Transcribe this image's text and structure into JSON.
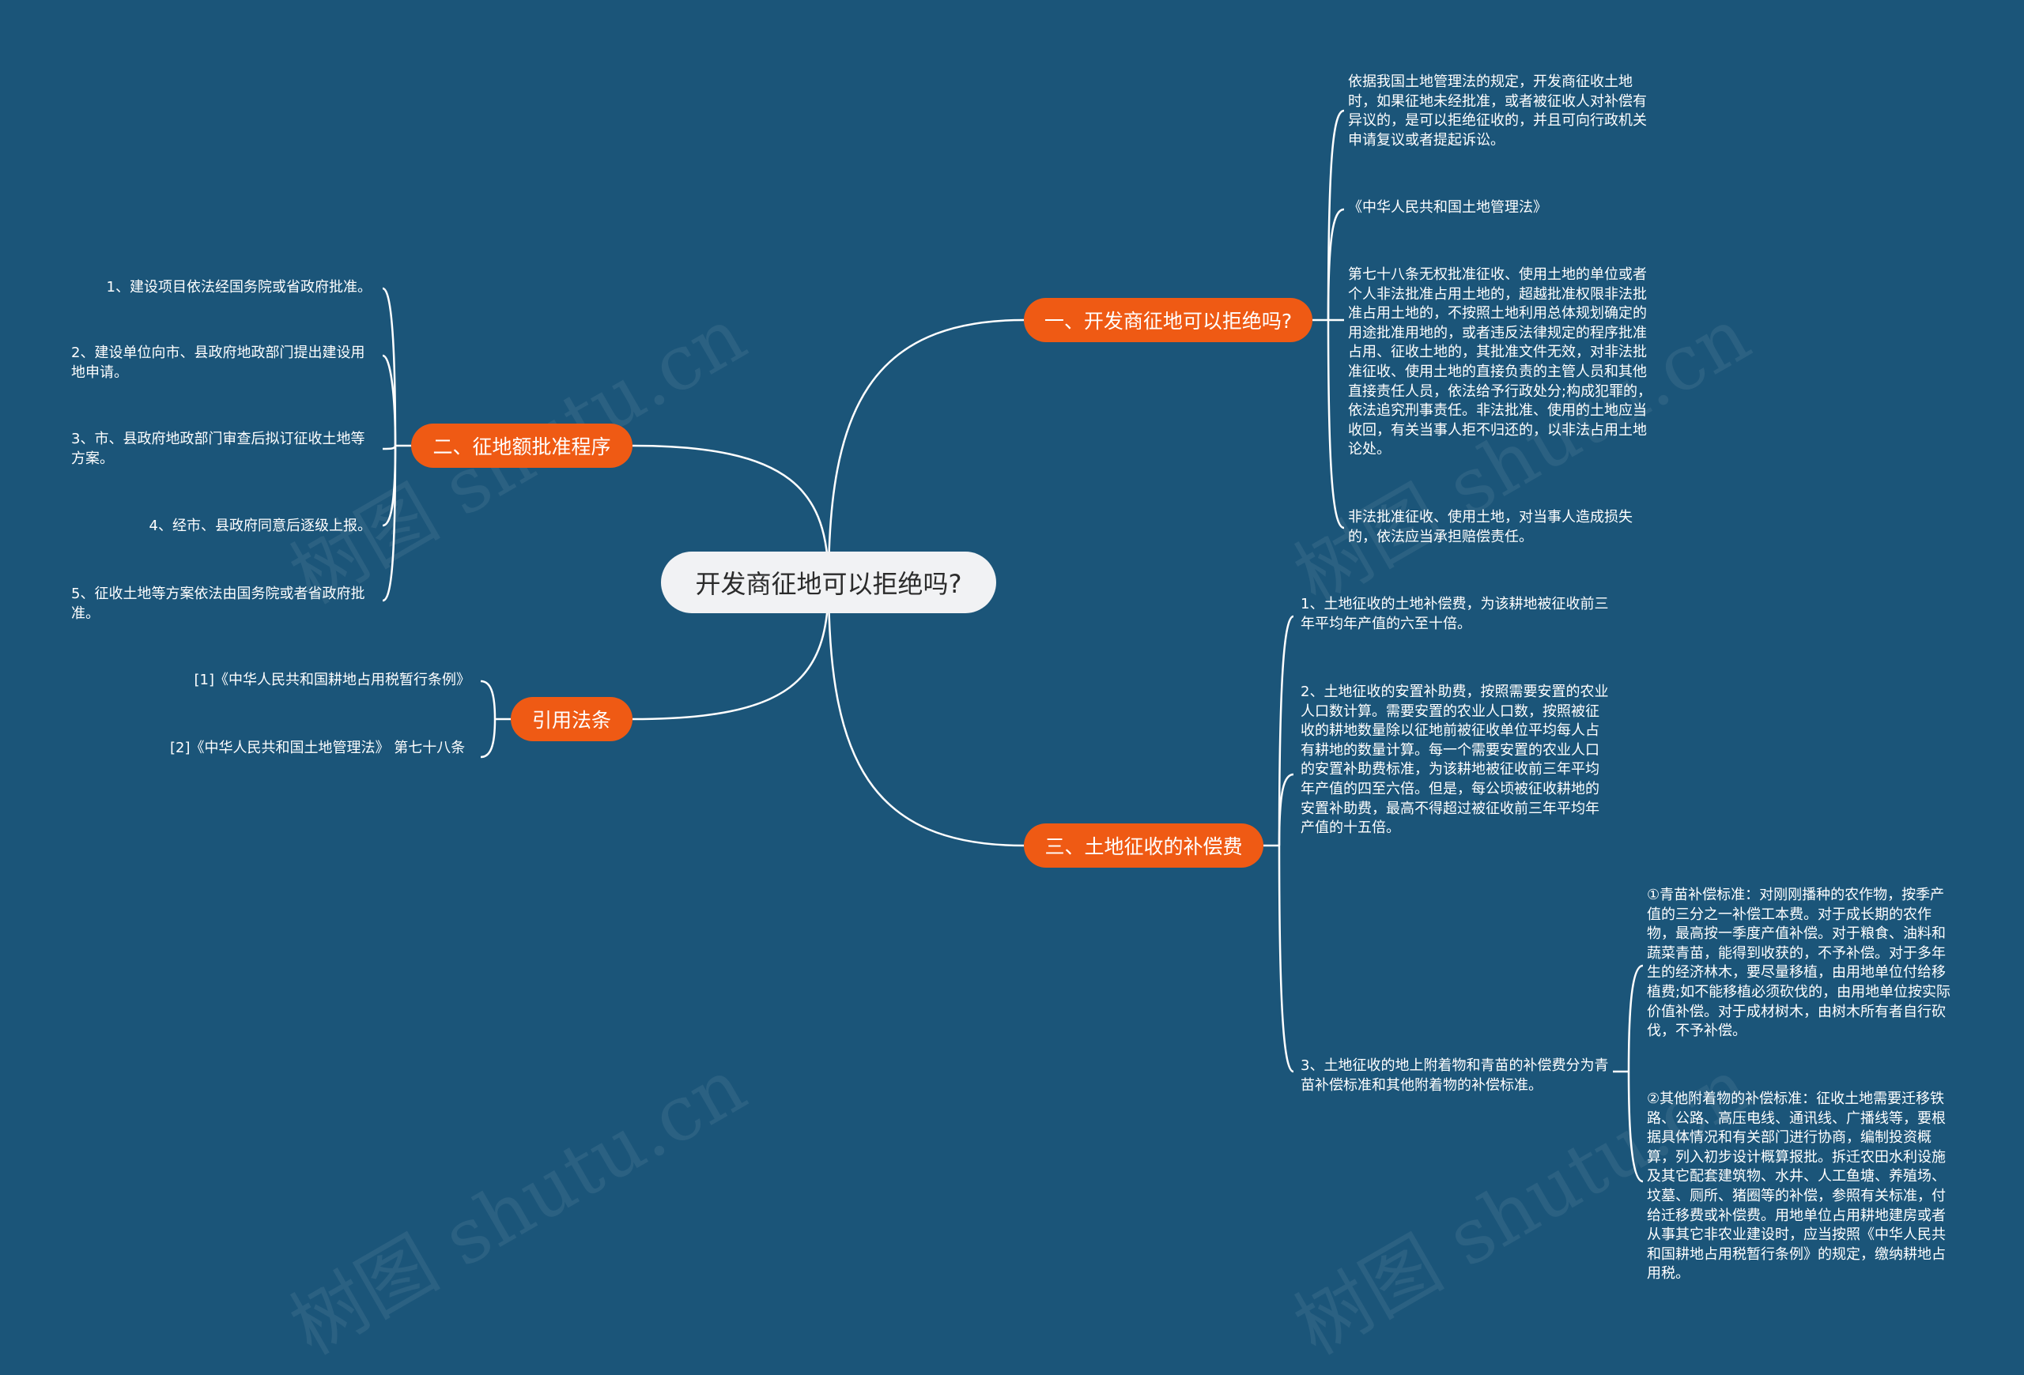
{
  "root": {
    "label": "开发商征地可以拒绝吗?"
  },
  "branches": {
    "b1": "一、开发商征地可以拒绝吗?",
    "b2": "二、征地额批准程序",
    "b3": "三、土地征收的补偿费",
    "b4": "引用法条"
  },
  "b1_leaves": [
    "依据我国土地管理法的规定，开发商征收土地时，如果征地未经批准，或者被征收人对补偿有异议的，是可以拒绝征收的，并且可向行政机关申请复议或者提起诉讼。",
    "《中华人民共和国土地管理法》",
    "第七十八条无权批准征收、使用土地的单位或者个人非法批准占用土地的，超越批准权限非法批准占用土地的，不按照土地利用总体规划确定的用途批准用地的，或者违反法律规定的程序批准占用、征收土地的，其批准文件无效，对非法批准征收、使用土地的直接负责的主管人员和其他直接责任人员，依法给予行政处分;构成犯罪的，依法追究刑事责任。非法批准、使用的土地应当收回，有关当事人拒不归还的，以非法占用土地论处。",
    "非法批准征收、使用土地，对当事人造成损失的，依法应当承担赔偿责任。"
  ],
  "b2_leaves": [
    "1、建设项目依法经国务院或省政府批准。",
    "2、建设单位向市、县政府地政部门提出建设用地申请。",
    "3、市、县政府地政部门审查后拟订征收土地等方案。",
    "4、经市、县政府同意后逐级上报。",
    "5、征收土地等方案依法由国务院或者省政府批准。"
  ],
  "b3_leaves": [
    "1、土地征收的土地补偿费，为该耕地被征收前三年平均年产值的六至十倍。",
    "2、土地征收的安置补助费，按照需要安置的农业人口数计算。需要安置的农业人口数，按照被征收的耕地数量除以征地前被征收单位平均每人占有耕地的数量计算。每一个需要安置的农业人口的安置补助费标准，为该耕地被征收前三年平均年产值的四至六倍。但是，每公顷被征收耕地的安置补助费，最高不得超过被征收前三年平均年产值的十五倍。",
    "3、土地征收的地上附着物和青苗的补偿费分为青苗补偿标准和其他附着物的补偿标准。"
  ],
  "b3_sub": [
    "①青苗补偿标准：对刚刚播种的农作物，按季产值的三分之一补偿工本费。对于成长期的农作物，最高按一季度产值补偿。对于粮食、油料和蔬菜青苗，能得到收获的，不予补偿。对于多年生的经济林木，要尽量移植，由用地单位付给移植费;如不能移植必须砍伐的，由用地单位按实际价值补偿。对于成材树木，由树木所有者自行砍伐，不予补偿。",
    "②其他附着物的补偿标准：征收土地需要迁移铁路、公路、高压电线、通讯线、广播线等，要根据具体情况和有关部门进行协商，编制投资概算，列入初步设计概算报批。拆迁农田水利设施及其它配套建筑物、水井、人工鱼塘、养殖场、坟墓、厕所、猪圈等的补偿，参照有关标准，付给迁移费或补偿费。用地单位占用耕地建房或者从事其它非农业建设时，应当按照《中华人民共和国耕地占用税暂行条例》的规定，缴纳耕地占用税。"
  ],
  "b4_leaves": [
    "[1]《中华人民共和国耕地占用税暂行条例》",
    "[2]《中华人民共和国土地管理法》 第七十八条"
  ],
  "watermark": "树图 shutu.cn",
  "colors": {
    "background": "#1b5579",
    "branch": "#ef5a14",
    "root": "#f1f2f4",
    "line": "#ffffff"
  }
}
